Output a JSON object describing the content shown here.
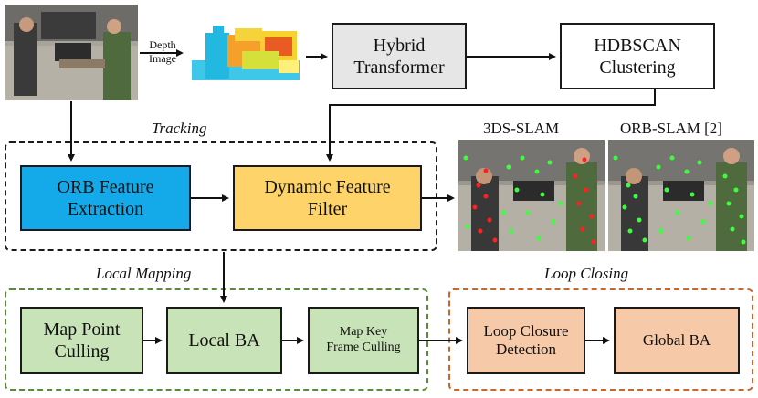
{
  "depth_label": "Depth\nImage",
  "boxes": {
    "hybrid_transformer": "Hybrid\nTransformer",
    "hdbscan": "HDBSCAN\nClustering",
    "orb_feature": "ORB Feature\nExtraction",
    "dynamic_filter": "Dynamic Feature\nFilter",
    "map_point_culling": "Map Point\nCulling",
    "local_ba": "Local BA",
    "map_key_frame": "Map Key\nFrame Culling",
    "loop_closure": "Loop Closure\nDetection",
    "global_ba": "Global BA"
  },
  "groups": {
    "tracking": "Tracking",
    "local_mapping": "Local Mapping",
    "loop_closing": "Loop Closing"
  },
  "results": {
    "left_caption": "3DS-SLAM",
    "right_caption": "ORB-SLAM [2]"
  },
  "colors": {
    "orb_blue": "#14a9e8",
    "dynamic_yellow": "#fdd36a",
    "hybrid_gray": "#e6e6e6",
    "mapping_green": "#c9e3b9",
    "loop_peach": "#f6c9a9",
    "tracking_border": "#1a1a1a",
    "mapping_border": "#5a8a3a",
    "loop_border": "#c9662a"
  }
}
